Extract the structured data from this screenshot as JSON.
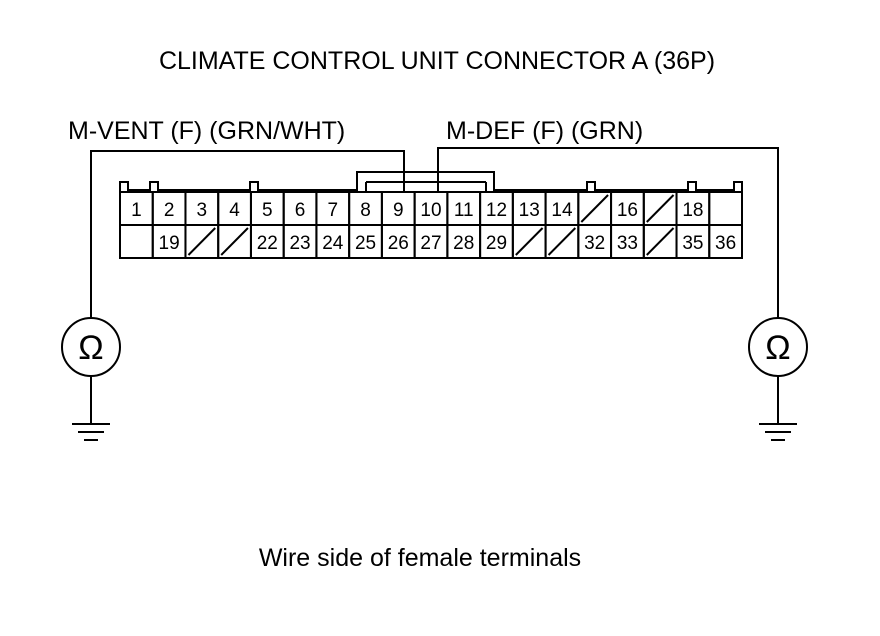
{
  "title": "CLIMATE CONTROL UNIT CONNECTOR A (36P)",
  "caption": "Wire side of female terminals",
  "wires": {
    "left": {
      "label": "M-VENT (F) (GRN/WHT)",
      "terminal": "9"
    },
    "right": {
      "label": "M-DEF (F) (GRN)",
      "terminal": "10"
    }
  },
  "meter_symbol": "Ω",
  "connector": {
    "top_row": [
      "1",
      "2",
      "3",
      "4",
      "5",
      "6",
      "7",
      "8",
      "9",
      "10",
      "11",
      "12",
      "13",
      "14",
      "",
      "16",
      "",
      "18",
      ""
    ],
    "bottom_row": [
      "",
      "19",
      "",
      "",
      "22",
      "23",
      "24",
      "25",
      "26",
      "27",
      "28",
      "29",
      "",
      "",
      "32",
      "33",
      "",
      "35",
      "36"
    ],
    "empty_cavities_top": [
      14,
      16,
      18
    ],
    "empty_cavities_bottom": [
      0,
      2,
      3,
      12,
      13,
      16
    ],
    "slashed_top": [
      14,
      16
    ],
    "slashed_bottom": [
      2,
      3,
      12,
      13,
      16
    ]
  },
  "colors": {
    "line": "#000000",
    "background": "#ffffff"
  }
}
